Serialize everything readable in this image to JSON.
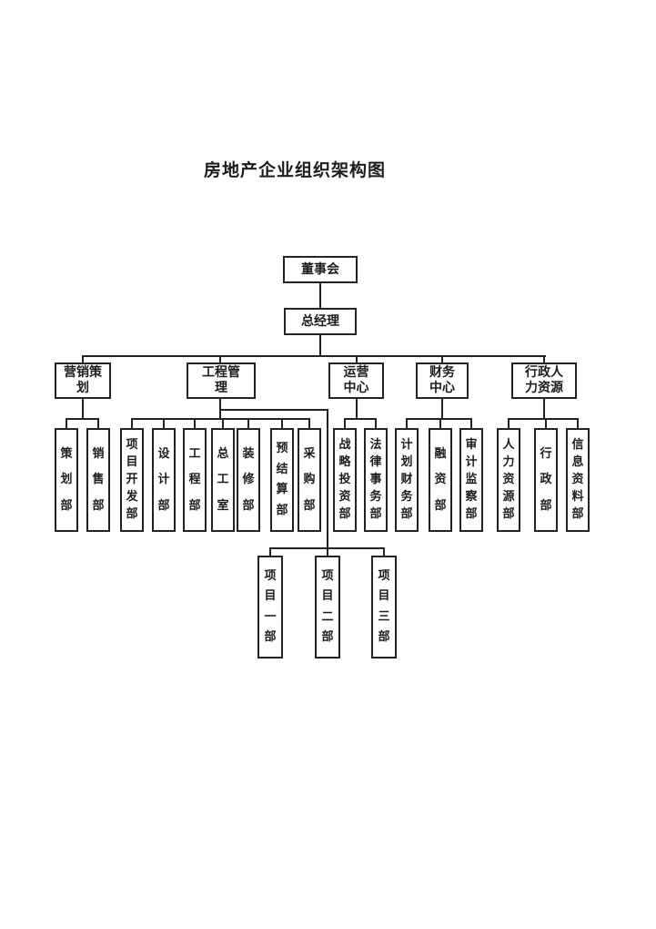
{
  "page": {
    "title": "房地产企业组织架构图"
  },
  "colors": {
    "line": "#232323",
    "background": "#ffffff",
    "text": "#1c1c1c"
  },
  "org": {
    "root": "董事会",
    "gm": "总经理",
    "divisions": [
      {
        "label": "营销策划",
        "children": [
          "策划部",
          "销售部"
        ]
      },
      {
        "label": "工程管理",
        "children": [
          "项目开发部",
          "设计部",
          "工程部",
          "总工室",
          "装修部",
          "预结算部",
          "采购部"
        ],
        "projects": [
          "项目一部",
          "项目二部",
          "项目三部"
        ]
      },
      {
        "label": "运营中心",
        "children": [
          "战略投资部",
          "法律事务部"
        ]
      },
      {
        "label": "财务中心",
        "children": [
          "计划财务部",
          "融资部",
          "审计监察部"
        ]
      },
      {
        "label": "行政人力资源",
        "children": [
          "人力资源部",
          "行政部",
          "信息资料部"
        ]
      }
    ]
  }
}
